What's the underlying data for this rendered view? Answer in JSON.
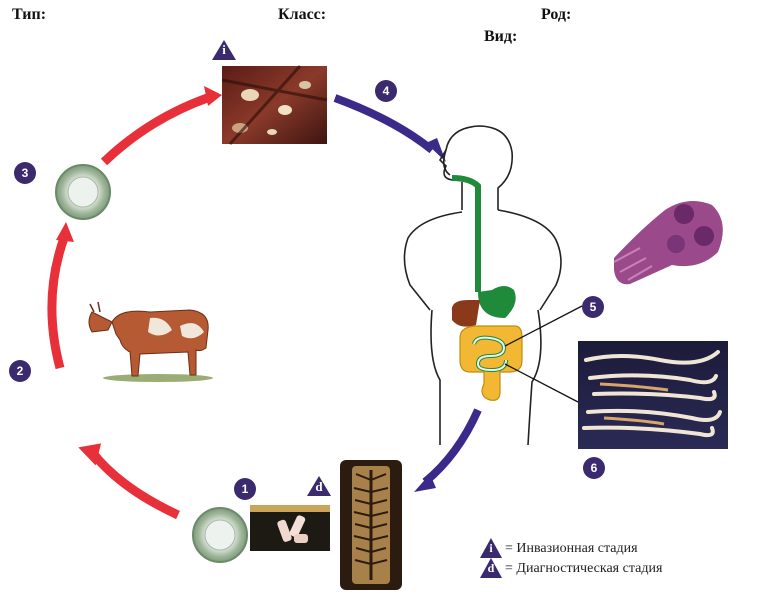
{
  "headers": {
    "type_label": "Тип:",
    "class_label": "Класс:",
    "genus_label": "Род:",
    "species_label": "Вид:"
  },
  "stage_numbers": [
    "1",
    "2",
    "3",
    "4",
    "5",
    "6"
  ],
  "markers": {
    "infective_letter": "i",
    "diagnostic_letter": "d"
  },
  "legend": {
    "infective_text": "= Инвазионная стадия",
    "diagnostic_text": "= Диагностическая стадия"
  },
  "colors": {
    "host_cycle_arrow": "#e8303a",
    "human_cycle_arrow": "#3b2a8a",
    "badge": "#3b2a6e",
    "digestive_tract": "#1f8a3a",
    "intestine": "#f2b733"
  }
}
